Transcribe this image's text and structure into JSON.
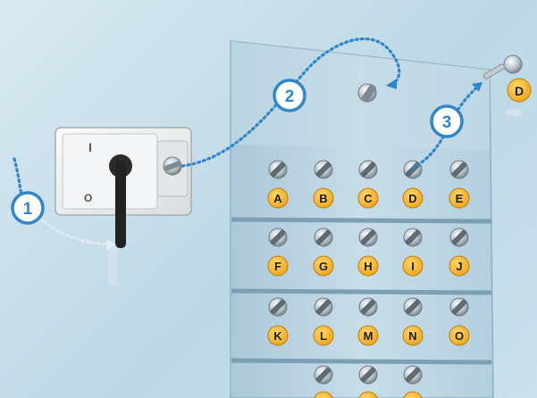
{
  "steps": [
    {
      "label": "1"
    },
    {
      "label": "2"
    },
    {
      "label": "3"
    }
  ],
  "switch_box": {
    "on_mark": "I",
    "off_mark": "O"
  },
  "key_labels": {
    "row1": [
      "A",
      "B",
      "C",
      "D",
      "E"
    ],
    "row2": [
      "F",
      "G",
      "H",
      "I",
      "J"
    ],
    "row3": [
      "K",
      "L",
      "M",
      "N",
      "O"
    ]
  },
  "master_key": {
    "label": "D"
  },
  "colors": {
    "accent_blue": "#2f86c8",
    "badge_orange": "#f7b51f",
    "panel": "#b9d4e2",
    "background": "#cfe3ee"
  },
  "icons": {
    "keyhole": "lock-cylinder-icon",
    "key": "key-icon",
    "handle": "rotary-handle-icon"
  }
}
